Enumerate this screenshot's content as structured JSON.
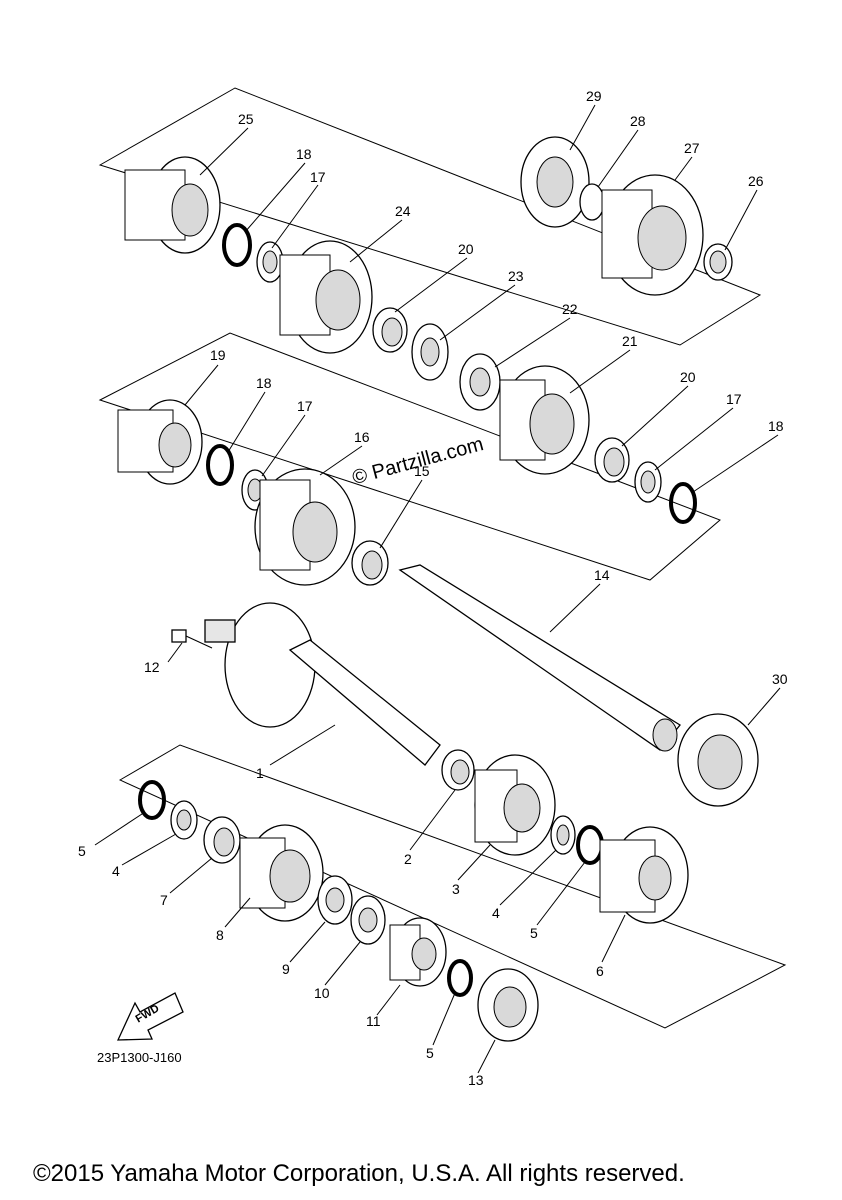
{
  "diagram": {
    "watermark": "© Partzilla.com",
    "drawing_code": "23P1300-J160",
    "fwd_label": "FWD",
    "copyright": "©2015 Yamaha Motor Corporation, U.S.A. All rights reserved.",
    "callouts": [
      {
        "id": "c25",
        "label": "25"
      },
      {
        "id": "c18a",
        "label": "18"
      },
      {
        "id": "c17a",
        "label": "17"
      },
      {
        "id": "c24",
        "label": "24"
      },
      {
        "id": "c20a",
        "label": "20"
      },
      {
        "id": "c23",
        "label": "23"
      },
      {
        "id": "c29",
        "label": "29"
      },
      {
        "id": "c28",
        "label": "28"
      },
      {
        "id": "c27",
        "label": "27"
      },
      {
        "id": "c26",
        "label": "26"
      },
      {
        "id": "c22",
        "label": "22"
      },
      {
        "id": "c21",
        "label": "21"
      },
      {
        "id": "c20b",
        "label": "20"
      },
      {
        "id": "c17b",
        "label": "17"
      },
      {
        "id": "c18b",
        "label": "18"
      },
      {
        "id": "c19",
        "label": "19"
      },
      {
        "id": "c18c",
        "label": "18"
      },
      {
        "id": "c17c",
        "label": "17"
      },
      {
        "id": "c16",
        "label": "16"
      },
      {
        "id": "c15",
        "label": "15"
      },
      {
        "id": "c14",
        "label": "14"
      },
      {
        "id": "c12",
        "label": "12"
      },
      {
        "id": "c1",
        "label": "1"
      },
      {
        "id": "c30",
        "label": "30"
      },
      {
        "id": "c5a",
        "label": "5"
      },
      {
        "id": "c4a",
        "label": "4"
      },
      {
        "id": "c7",
        "label": "7"
      },
      {
        "id": "c8",
        "label": "8"
      },
      {
        "id": "c2",
        "label": "2"
      },
      {
        "id": "c3",
        "label": "3"
      },
      {
        "id": "c4b",
        "label": "4"
      },
      {
        "id": "c5b",
        "label": "5"
      },
      {
        "id": "c6",
        "label": "6"
      },
      {
        "id": "c9",
        "label": "9"
      },
      {
        "id": "c10",
        "label": "10"
      },
      {
        "id": "c11",
        "label": "11"
      },
      {
        "id": "c5c",
        "label": "5"
      },
      {
        "id": "c13",
        "label": "13"
      }
    ]
  }
}
